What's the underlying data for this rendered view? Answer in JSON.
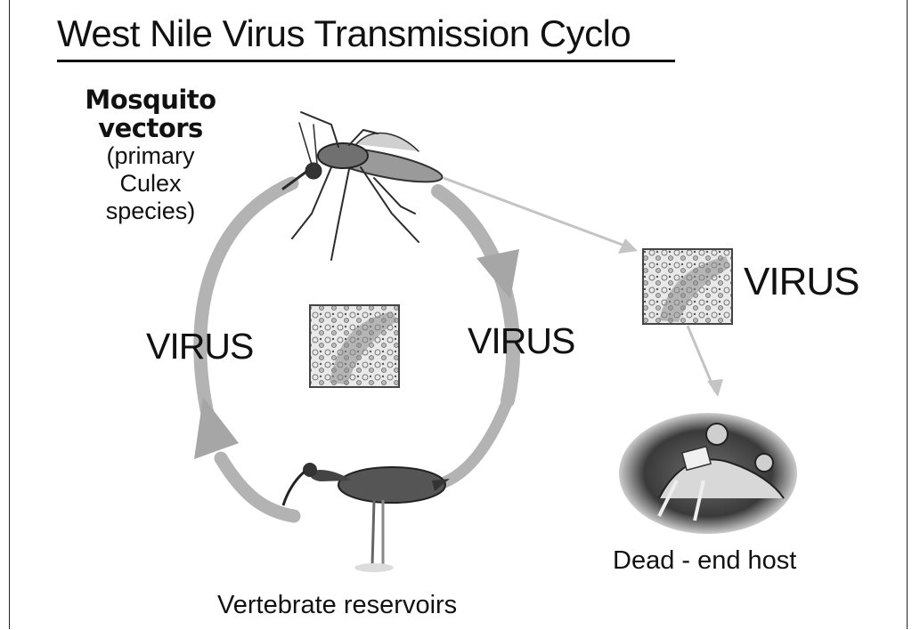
{
  "title": "West Nile Virus Transmission Cyclo",
  "vector": {
    "bold_line1": "Mosquito",
    "bold_line2": "vectors",
    "sub_line1": "(primary",
    "sub_line2": "Culex",
    "sub_line3": "species)"
  },
  "virus_labels": [
    "VIRUS",
    "VIRUS",
    "VIRUS"
  ],
  "reservoir_label": "Vertebrate reservoirs",
  "host_label": "Dead - end host",
  "icons": [
    "mosquito-icon",
    "virus-micrograph-icon",
    "bird-icon",
    "human-host-icon"
  ],
  "colors": {
    "arrow": "#b3b3b3",
    "text": "#111111"
  }
}
